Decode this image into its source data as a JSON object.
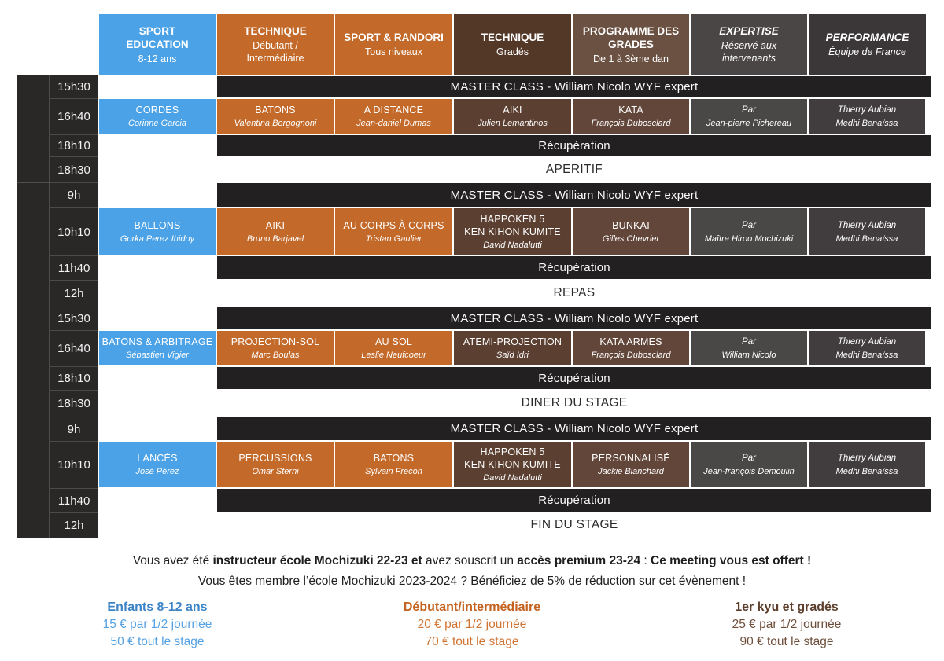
{
  "colors": {
    "blue": "#4BA2E6",
    "orange": "#C36A2B",
    "brown_dark": "#533827",
    "brown_dark_cell": "#5B3F31",
    "brown": "#6B5142",
    "brown_cell": "#63463A",
    "gray_header": "#4A4646",
    "gray_cell": "#4A4747",
    "dark_header": "#3B3738",
    "dark_cell": "#413D3E",
    "bar": "#232021",
    "rail": "#2A2727",
    "price_blue_title": "#3C84C6",
    "price_blue": "#55A1E2",
    "price_orange_title": "#C4631F",
    "price_orange": "#D07434",
    "price_brown_title": "#5E3F2E",
    "price_brown": "#6E4E3A"
  },
  "schedule": {
    "columns": [
      {
        "title": "SPORT\nEDUCATION",
        "subtitle": "8-12 ans"
      },
      {
        "title": "TECHNIQUE",
        "subtitle": "Débutant /\nIntermédiaire"
      },
      {
        "title": "SPORT & RANDORI",
        "subtitle": "Tous niveaux"
      },
      {
        "title": "TECHNIQUE",
        "subtitle": "Gradés"
      },
      {
        "title": "PROGRAMME DES\nGRADES",
        "subtitle": "De 1 à 3ème dan"
      },
      {
        "title": "EXPERTISE",
        "subtitle": "Réservé aux\nintervenants"
      },
      {
        "title": "PERFORMANCE",
        "subtitle": "Équipe de France"
      }
    ],
    "day_groups": [
      4,
      8,
      4
    ],
    "rows": [
      {
        "time": "15h30",
        "type": "banner",
        "label": "MASTER CLASS - William Nicolo WYF expert"
      },
      {
        "time": "16h40",
        "type": "sessions",
        "cells": [
          {
            "title": "CORDES",
            "name": "Corinne Garcia"
          },
          {
            "title": "BATONS",
            "name": "Valentina Borgognoni"
          },
          {
            "title": "A DISTANCE",
            "name": "Jean-daniel Dumas"
          },
          {
            "title": "AIKI",
            "name": "Julien Lemantinos"
          },
          {
            "title": "KATA",
            "name": "François Dubosclard"
          },
          {
            "title": "Par",
            "name": "Jean-pierre Pichereau"
          },
          {
            "title": "Thierry Aubian",
            "name": "Medhi Benaïssa"
          }
        ]
      },
      {
        "time": "18h10",
        "type": "banner",
        "label": "Récupération"
      },
      {
        "time": "18h30",
        "type": "meal",
        "label": "APERITIF"
      },
      {
        "time": "9h",
        "type": "banner",
        "label": "MASTER CLASS - William Nicolo WYF expert"
      },
      {
        "time": "10h10",
        "type": "sessions",
        "cells": [
          {
            "title": "BALLONS",
            "name": "Gorka Perez Ihidoy"
          },
          {
            "title": "AIKI",
            "name": "Bruno Barjavel"
          },
          {
            "title": "AU CORPS À CORPS",
            "name": "Tristan Gaulier"
          },
          {
            "title": "HAPPOKEN 5\nKEN KIHON KUMITE",
            "name": "David Nadalutti"
          },
          {
            "title": "BUNKAI",
            "name": "Gilles Chevrier"
          },
          {
            "title": "Par",
            "name": "Maître Hiroo Mochizuki"
          },
          {
            "title": "Thierry Aubian",
            "name": "Medhi Benaïssa"
          }
        ]
      },
      {
        "time": "11h40",
        "type": "banner",
        "label": "Récupération"
      },
      {
        "time": "12h",
        "type": "meal",
        "label": "REPAS"
      },
      {
        "time": "15h30",
        "type": "banner",
        "label": "MASTER CLASS - William Nicolo WYF expert"
      },
      {
        "time": "16h40",
        "type": "sessions",
        "cells": [
          {
            "title": "BATONS & ARBITRAGE",
            "name": "Sébastien Vigier"
          },
          {
            "title": "PROJECTION-SOL",
            "name": "Marc Boulas"
          },
          {
            "title": "AU SOL",
            "name": "Leslie Neufcoeur"
          },
          {
            "title": "ATEMI-PROJECTION",
            "name": "Saïd Idri"
          },
          {
            "title": "KATA ARMES",
            "name": "François Dubosclard"
          },
          {
            "title": "Par",
            "name": "William Nicolo"
          },
          {
            "title": "Thierry Aubian",
            "name": "Medhi Benaïssa"
          }
        ]
      },
      {
        "time": "18h10",
        "type": "banner",
        "label": "Récupération"
      },
      {
        "time": "18h30",
        "type": "meal",
        "label": "DINER DU STAGE"
      },
      {
        "time": "9h",
        "type": "banner",
        "label": "MASTER CLASS - William Nicolo WYF expert"
      },
      {
        "time": "10h10",
        "type": "sessions",
        "cells": [
          {
            "title": "LANCÉS",
            "name": "José Pérez"
          },
          {
            "title": "PERCUSSIONS",
            "name": "Omar Sterni"
          },
          {
            "title": "BATONS",
            "name": "Sylvain Frecon"
          },
          {
            "title": "HAPPOKEN 5\nKEN KIHON KUMITE",
            "name": "David Nadalutti"
          },
          {
            "title": "PERSONNALISÉ",
            "name": "Jackie Blanchard"
          },
          {
            "title": "Par",
            "name": "Jean-françois Demoulin"
          },
          {
            "title": "Thierry Aubian",
            "name": "Medhi Benaïssa"
          }
        ]
      },
      {
        "time": "11h40",
        "type": "banner",
        "label": "Récupération"
      },
      {
        "time": "12h",
        "type": "meal",
        "label": "FIN DU STAGE"
      }
    ]
  },
  "footer": {
    "line1_segments": [
      {
        "t": "Vous avez été "
      },
      {
        "t": "instructeur école Mochizuki 22-23",
        "b": true
      },
      {
        "t": " "
      },
      {
        "t": "et",
        "b": true,
        "u": true
      },
      {
        "t": " avez souscrit un "
      },
      {
        "t": "accès premium 23-24",
        "b": true
      },
      {
        "t": " : "
      },
      {
        "t": "Ce meeting vous est offert",
        "b": true,
        "u": true
      },
      {
        "t": " !",
        "b": true
      }
    ],
    "line2": "Vous êtes membre l’école Mochizuki 2023-2024 ? Bénéficiez de 5% de réduction sur cet évènement !"
  },
  "pricing": [
    {
      "title": "Enfants 8-12 ans",
      "lines": [
        "15 € par 1/2 journée",
        "50 € tout le stage"
      ]
    },
    {
      "title": "Débutant/intermédiaire",
      "lines": [
        "20 € par 1/2 journée",
        "70 € tout le stage"
      ]
    },
    {
      "title": "1er kyu et gradés",
      "lines": [
        "25 € par 1/2 journée",
        "90 € tout le stage"
      ]
    }
  ]
}
